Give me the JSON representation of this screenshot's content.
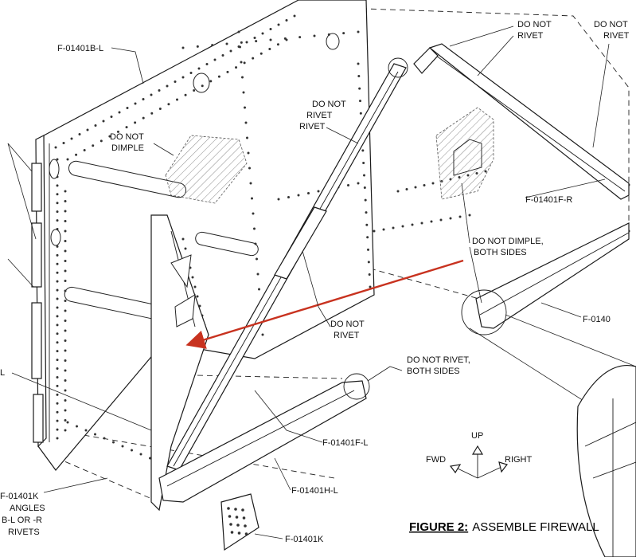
{
  "figure": {
    "title_bold": "FIGURE 2:",
    "title_rest": "ASSEMBLE FIREWALL"
  },
  "callouts": {
    "f01401b_l": "F-01401B-L",
    "do_not_dimple": [
      "DO NOT",
      "DIMPLE"
    ],
    "do_not_rivet_top": [
      "DO NOT",
      "RIVET"
    ],
    "do_not_rivet_upper_a": [
      "DO NOT",
      "RIVET"
    ],
    "do_not_rivet_upper_b": [
      "DO NOT",
      "RIVET"
    ],
    "f01401f_r": "F-01401F-R",
    "do_not_dimple_both": [
      "DO NOT DIMPLE,",
      "BOTH SIDES"
    ],
    "do_not_rivet_mid": [
      "DO NOT",
      "RIVET"
    ],
    "f01401_right_cut": "F-0140",
    "do_not_rivet_both": [
      "DO NOT RIVET,",
      "BOTH SIDES"
    ],
    "left_l_cut": "L",
    "f01401f_l": "F-01401F-L",
    "f01401h_l": "F-01401H-L",
    "f01401k": "F-01401K",
    "left_note": [
      "F-01401K",
      "ANGLES",
      "B-L OR -R",
      "RIVETS"
    ]
  },
  "axes": {
    "up": "UP",
    "fwd": "FWD",
    "right": "RIGHT"
  },
  "colors": {
    "arrow": "#c8321f",
    "line": "#1a1a1a"
  }
}
